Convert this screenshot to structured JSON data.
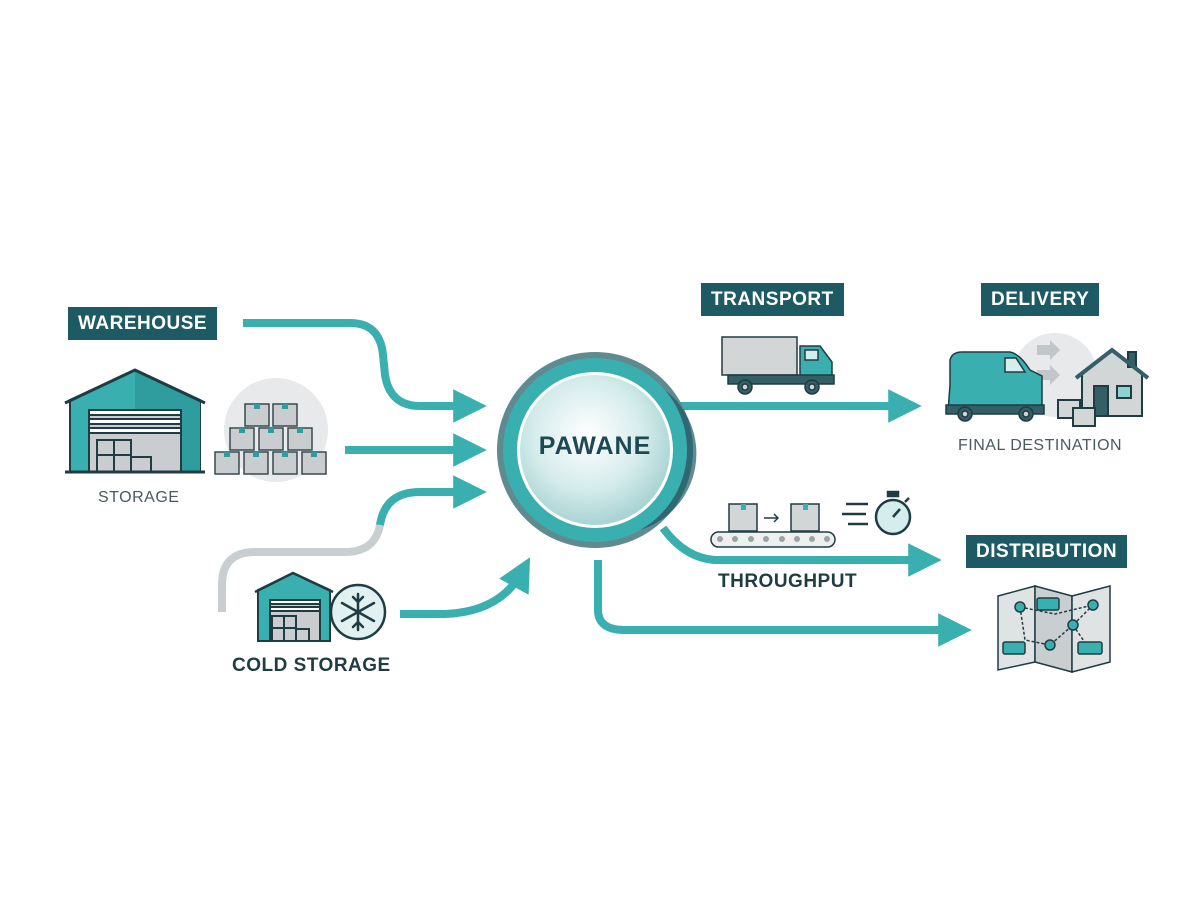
{
  "hub": {
    "label": "PAWANE"
  },
  "nodes": {
    "warehouse": {
      "label": "WAREHOUSE",
      "caption": "STORAGE"
    },
    "cold_storage": {
      "label": "COLD STORAGE"
    },
    "transport": {
      "label": "TRANSPORT"
    },
    "delivery": {
      "label": "DELIVERY",
      "caption": "FINAL DESTINATION"
    },
    "throughput": {
      "label": "THROUGHPUT"
    },
    "distribution": {
      "label": "DISTRIBUTION"
    }
  },
  "icons": {
    "warehouse": "warehouse-icon",
    "box_stack": "box-stack-icon",
    "cold_storage": "cold-storage-warehouse-icon",
    "snowflake": "snowflake-icon",
    "truck": "truck-icon",
    "van": "delivery-van-icon",
    "house": "house-icon",
    "conveyor": "conveyor-belt-icon",
    "stopwatch": "stopwatch-icon",
    "map": "route-map-icon"
  },
  "colors": {
    "teal": "#3aafb0",
    "dark_teal": "#1d5a64",
    "hub_ring": "#5f8a90",
    "gray_path": "#c9cfd1",
    "box_gray": "#c9cdcf",
    "text_dark": "#1f3c42"
  },
  "flows": [
    {
      "from": "WAREHOUSE",
      "to": "PAWANE"
    },
    {
      "from": "STORAGE",
      "to": "PAWANE"
    },
    {
      "from": "COLD STORAGE",
      "to": "PAWANE"
    },
    {
      "from": "PAWANE",
      "to": "DELIVERY",
      "via": "TRANSPORT"
    },
    {
      "from": "PAWANE",
      "to": "DISTRIBUTION",
      "via": "THROUGHPUT"
    },
    {
      "from": "PAWANE",
      "to": "DISTRIBUTION"
    }
  ]
}
